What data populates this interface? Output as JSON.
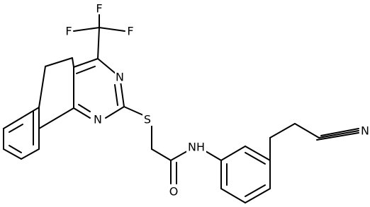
{
  "structure": {
    "atoms": {
      "F1": "F",
      "F2": "F",
      "F3": "F",
      "N_pyr_top": "N",
      "N_pyr_bottom": "N",
      "S": "S",
      "NH": "NH",
      "O": "O",
      "N_nitrile": "N"
    }
  },
  "colors": {
    "bond": "#000000",
    "label": "#000000",
    "background": "#ffffff"
  }
}
